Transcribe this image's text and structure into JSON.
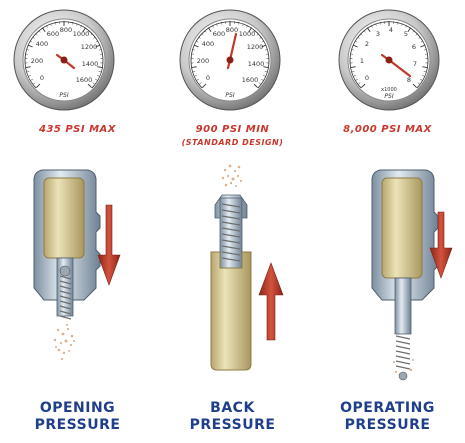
{
  "panels": [
    {
      "gauge": {
        "ticks": [
          "0",
          "200",
          "400",
          "600",
          "800",
          "1000",
          "1200",
          "1400",
          "1600"
        ],
        "unit": "PSI",
        "scale_note": ""
      },
      "rating": "435 PSI MAX",
      "rating_sub": "",
      "caption_line1": "OPENING",
      "caption_line2": "PRESSURE"
    },
    {
      "gauge": {
        "ticks": [
          "0",
          "200",
          "400",
          "600",
          "800",
          "1000",
          "1200",
          "1400",
          "1600"
        ],
        "unit": "PSI",
        "scale_note": ""
      },
      "rating": "900 PSI MIN",
      "rating_sub": "(STANDARD DESIGN)",
      "caption_line1": "BACK",
      "caption_line2": "PRESSURE"
    },
    {
      "gauge": {
        "ticks": [
          "0",
          "1",
          "2",
          "3",
          "4",
          "5",
          "6",
          "7",
          "8"
        ],
        "unit": "PSI",
        "scale_note": "x1000"
      },
      "rating": "8,000 PSI MAX",
      "rating_sub": "",
      "caption_line1": "OPERATING",
      "caption_line2": "PRESSURE"
    }
  ],
  "colors": {
    "rating_red": "#c9372c",
    "caption_blue": "#1f3f8a",
    "arrow_red": "#b83022",
    "body_tan": "#d8ca98"
  }
}
